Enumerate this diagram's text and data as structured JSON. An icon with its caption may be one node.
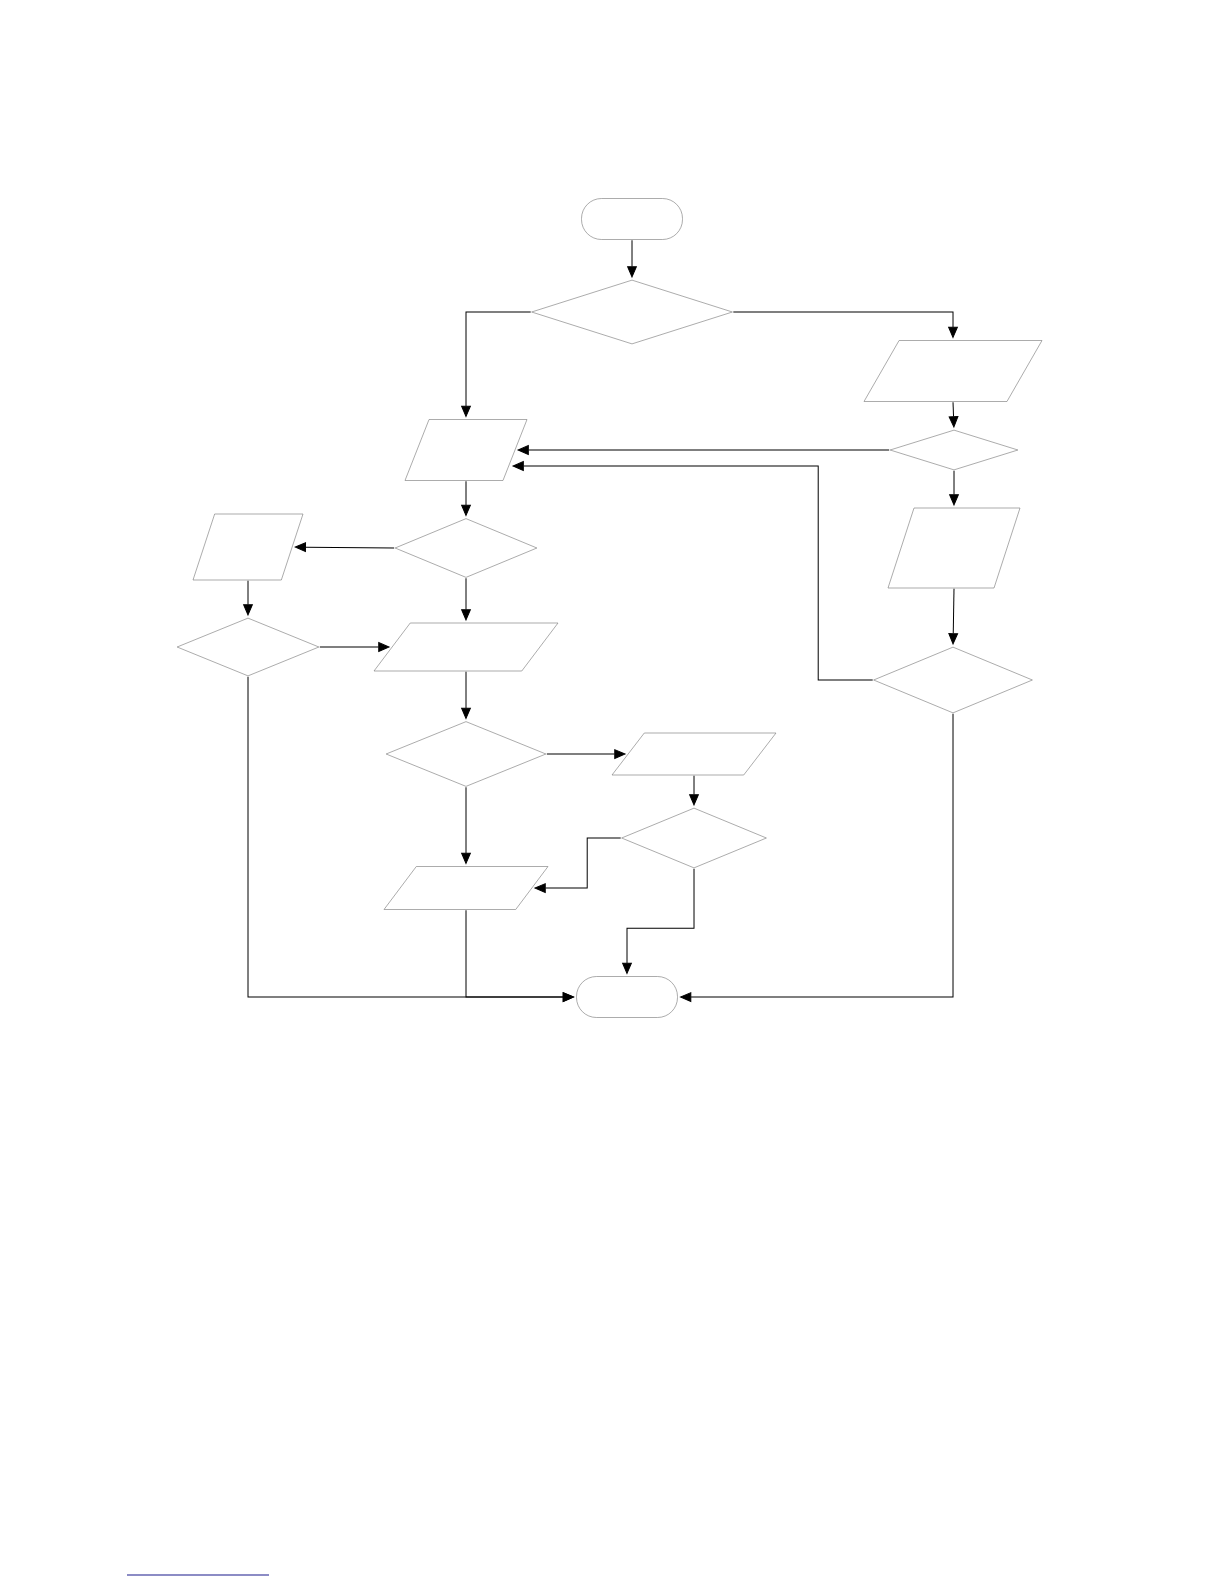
{
  "diagram": {
    "nodes": [
      {
        "text": [],
        "shape": "box"
      },
      {
        "text": [],
        "shape": "diamond"
      },
      {
        "text": [],
        "shape": "parallelogram"
      },
      {
        "text": [],
        "shape": "parallelogram"
      },
      {
        "text": [],
        "shape": "diamond"
      },
      {
        "text": [],
        "shape": "diamond"
      },
      {
        "text": [],
        "shape": "parallelogram"
      },
      {
        "text": [],
        "shape": "parallelogram"
      },
      {
        "text": [],
        "shape": "diamond"
      },
      {
        "text": [],
        "shape": "parallelogram"
      },
      {
        "text": [],
        "shape": "diamond"
      },
      {
        "text": [],
        "shape": "diamond"
      },
      {
        "text": [],
        "shape": "parallelogram"
      },
      {
        "text": [],
        "shape": "diamond"
      },
      {
        "text": [],
        "shape": "parallelogram"
      },
      {
        "text": [],
        "shape": "box"
      }
    ],
    "edges": [
      {
        "from": 0,
        "to": 1,
        "arrow": "to"
      },
      {
        "from": 1,
        "to": 3,
        "arrow": "to"
      },
      {
        "from": 1,
        "to": 2,
        "arrow": "to"
      },
      {
        "from": 2,
        "to": 4,
        "arrow": "to"
      },
      {
        "from": 4,
        "to": 3,
        "arrow": "to"
      },
      {
        "from": 4,
        "to": 6,
        "arrow": "to"
      },
      {
        "from": 6,
        "to": 10,
        "arrow": "to"
      },
      {
        "from": 10,
        "to": 3,
        "arrow": "to"
      },
      {
        "from": 3,
        "to": 5,
        "arrow": "to"
      },
      {
        "from": 5,
        "to": 7,
        "arrow": "to"
      },
      {
        "from": 5,
        "to": 9,
        "arrow": "to"
      },
      {
        "from": 7,
        "to": 8,
        "arrow": "to"
      },
      {
        "from": 8,
        "to": 9,
        "arrow": "to"
      },
      {
        "from": 8,
        "to": 15,
        "arrow": "to"
      },
      {
        "from": 9,
        "to": 11,
        "arrow": "to"
      },
      {
        "from": 11,
        "to": 12,
        "arrow": "to"
      },
      {
        "from": 11,
        "to": 14,
        "arrow": "to"
      },
      {
        "from": 12,
        "to": 13,
        "arrow": "to"
      },
      {
        "from": 13,
        "to": 14,
        "arrow": "to"
      },
      {
        "from": 13,
        "to": 15,
        "arrow": "to"
      },
      {
        "from": 14,
        "to": 15,
        "arrow": "to"
      },
      {
        "from": 10,
        "to": 15,
        "arrow": "to"
      }
    ]
  }
}
